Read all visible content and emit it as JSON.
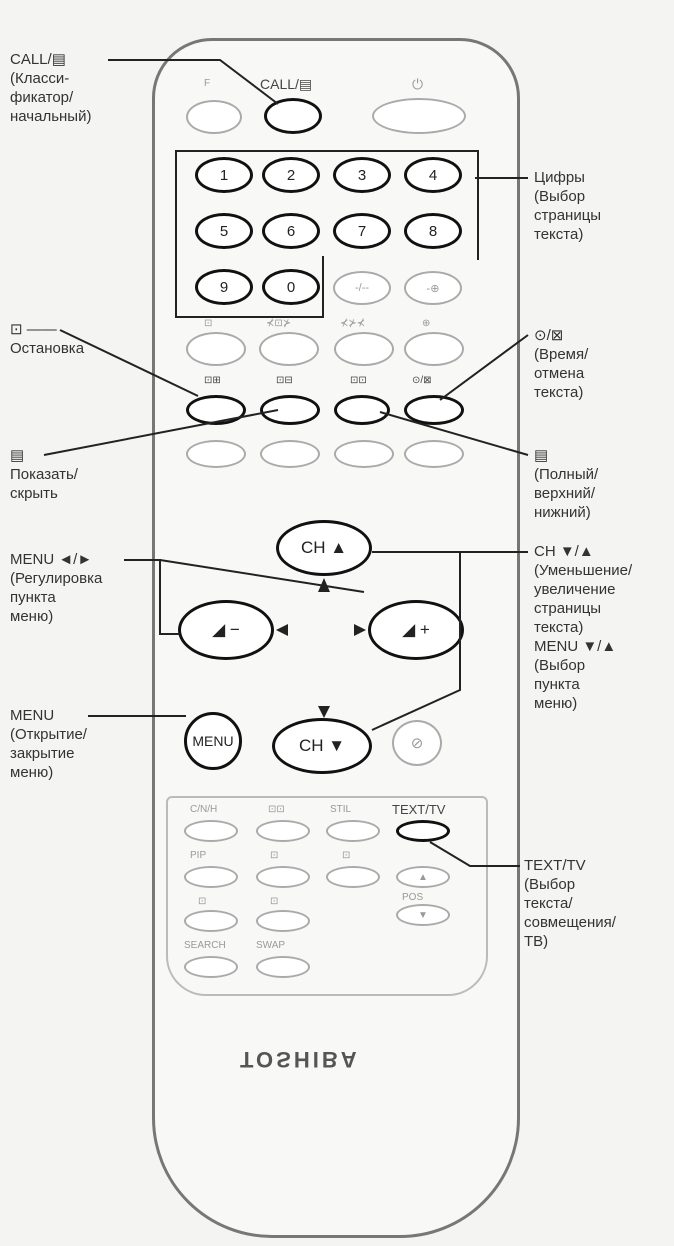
{
  "remote": {
    "brand": "TOSHIBA",
    "top_buttons": {
      "left": "F",
      "call": "CALL/▤",
      "power": "⏻"
    },
    "number_buttons": [
      "1",
      "2",
      "3",
      "4",
      "5",
      "6",
      "7",
      "8",
      "9",
      "0"
    ],
    "faint_row_1": [
      "-/--",
      "-⊕"
    ],
    "faint_row_2_tags": [
      "⊡",
      "⊀⊡⊁",
      "⊀⊁⊀",
      "⊕"
    ],
    "teletext_tags": [
      "⊡⊞",
      "⊡⊟",
      "⊡⊡",
      "⊙/⊠"
    ],
    "ch_up": "CH ▲",
    "ch_down": "CH ▼",
    "menu": "MENU",
    "vol_minus": "◢ −",
    "vol_plus": "◢ +",
    "mute": "⊘",
    "lower_tags": [
      "C/N/H",
      "⊡⊡",
      "STIL",
      "TEXT/TV",
      "PIP",
      "⊡",
      "⊡",
      "⊡",
      "⊡",
      "SEARCH",
      "SWAP",
      "▲",
      "POS",
      "▼"
    ]
  },
  "callouts": {
    "call": [
      "CALL/▤",
      "(Класси-",
      "фикатор/",
      "начальный)"
    ],
    "digits": [
      "Цифры",
      "(Выбор",
      "страницы",
      "текста)"
    ],
    "hold": [
      "⊡ ——",
      "Остановка"
    ],
    "time": [
      "⊙/⊠",
      "(Время/",
      "отмена",
      "текста)"
    ],
    "reveal": [
      "▤",
      "Показать/",
      "скрыть"
    ],
    "size": [
      "▤",
      "(Полный/",
      "верхний/",
      "нижний)"
    ],
    "menu_lr": [
      "MENU ◄/►",
      "(Регулировка",
      "пункта",
      "меню)"
    ],
    "ch": [
      "CH ▼/▲",
      "(Уменьшение/",
      "увеличение",
      "страницы",
      "текста)",
      "MENU ▼/▲",
      "(Выбор",
      "пункта",
      "меню)"
    ],
    "menu": [
      "MENU",
      "(Открытие/",
      "закрытие",
      "меню)"
    ],
    "text_tv": [
      "TEXT/TV",
      "(Выбор",
      "текста/",
      "совмещения/",
      "ТВ)"
    ]
  }
}
